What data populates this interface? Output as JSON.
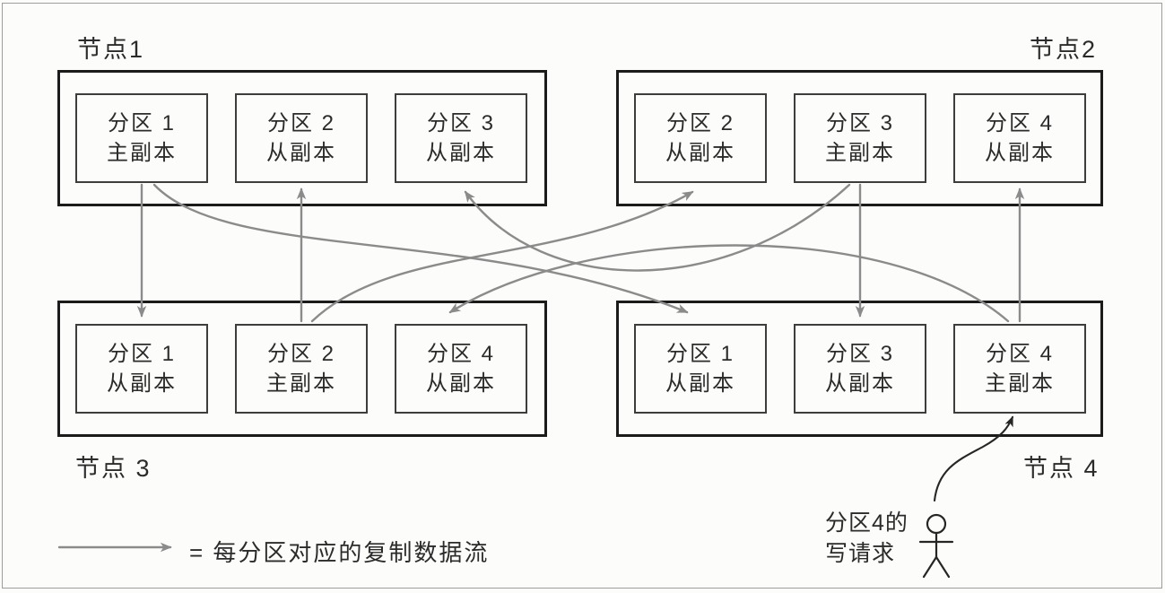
{
  "figure": {
    "nodes": [
      {
        "label": "节点1",
        "partitions": [
          {
            "line1": "分区 1",
            "line2": "主副本"
          },
          {
            "line1": "分区 2",
            "line2": "从副本"
          },
          {
            "line1": "分区 3",
            "line2": "从副本"
          }
        ]
      },
      {
        "label": "节点2",
        "partitions": [
          {
            "line1": "分区 2",
            "line2": "从副本"
          },
          {
            "line1": "分区 3",
            "line2": "主副本"
          },
          {
            "line1": "分区 4",
            "line2": "从副本"
          }
        ]
      },
      {
        "label": "节点 3",
        "partitions": [
          {
            "line1": "分区 1",
            "line2": "从副本"
          },
          {
            "line1": "分区 2",
            "line2": "主副本"
          },
          {
            "line1": "分区 4",
            "line2": "从副本"
          }
        ]
      },
      {
        "label": "节点 4",
        "partitions": [
          {
            "line1": "分区 1",
            "line2": "从副本"
          },
          {
            "line1": "分区 3",
            "line2": "从副本"
          },
          {
            "line1": "分区 4",
            "line2": "主副本"
          }
        ]
      }
    ],
    "legend": {
      "text": "= 每分区对应的复制数据流"
    },
    "write_request": {
      "line1": "分区4的",
      "line2": "写请求"
    },
    "replication_flows": [
      {
        "from": "节点1 分区1 主副本",
        "to": "节点3 分区1 从副本"
      },
      {
        "from": "节点1 分区1 主副本",
        "to": "节点4 分区1 从副本"
      },
      {
        "from": "节点3 分区2 主副本",
        "to": "节点1 分区2 从副本"
      },
      {
        "from": "节点3 分区2 主副本",
        "to": "节点2 分区2 从副本"
      },
      {
        "from": "节点2 分区3 主副本",
        "to": "节点1 分区3 从副本"
      },
      {
        "from": "节点2 分区3 主副本",
        "to": "节点4 分区3 从副本"
      },
      {
        "from": "节点4 分区4 主副本",
        "to": "节点2 分区4 从副本"
      },
      {
        "from": "节点4 分区4 主副本",
        "to": "节点3 分区4 从副本"
      },
      {
        "from": "客户端",
        "to": "节点4 分区4 主副本",
        "type": "write-request"
      }
    ],
    "colors": {
      "replication_arrow": "#8b8b8b",
      "write_arrow": "#262626",
      "node_border": "#1b1b1b",
      "partition_border": "#3d3d3d",
      "text": "#2b2b2b",
      "background": "#fcfcfa"
    }
  }
}
